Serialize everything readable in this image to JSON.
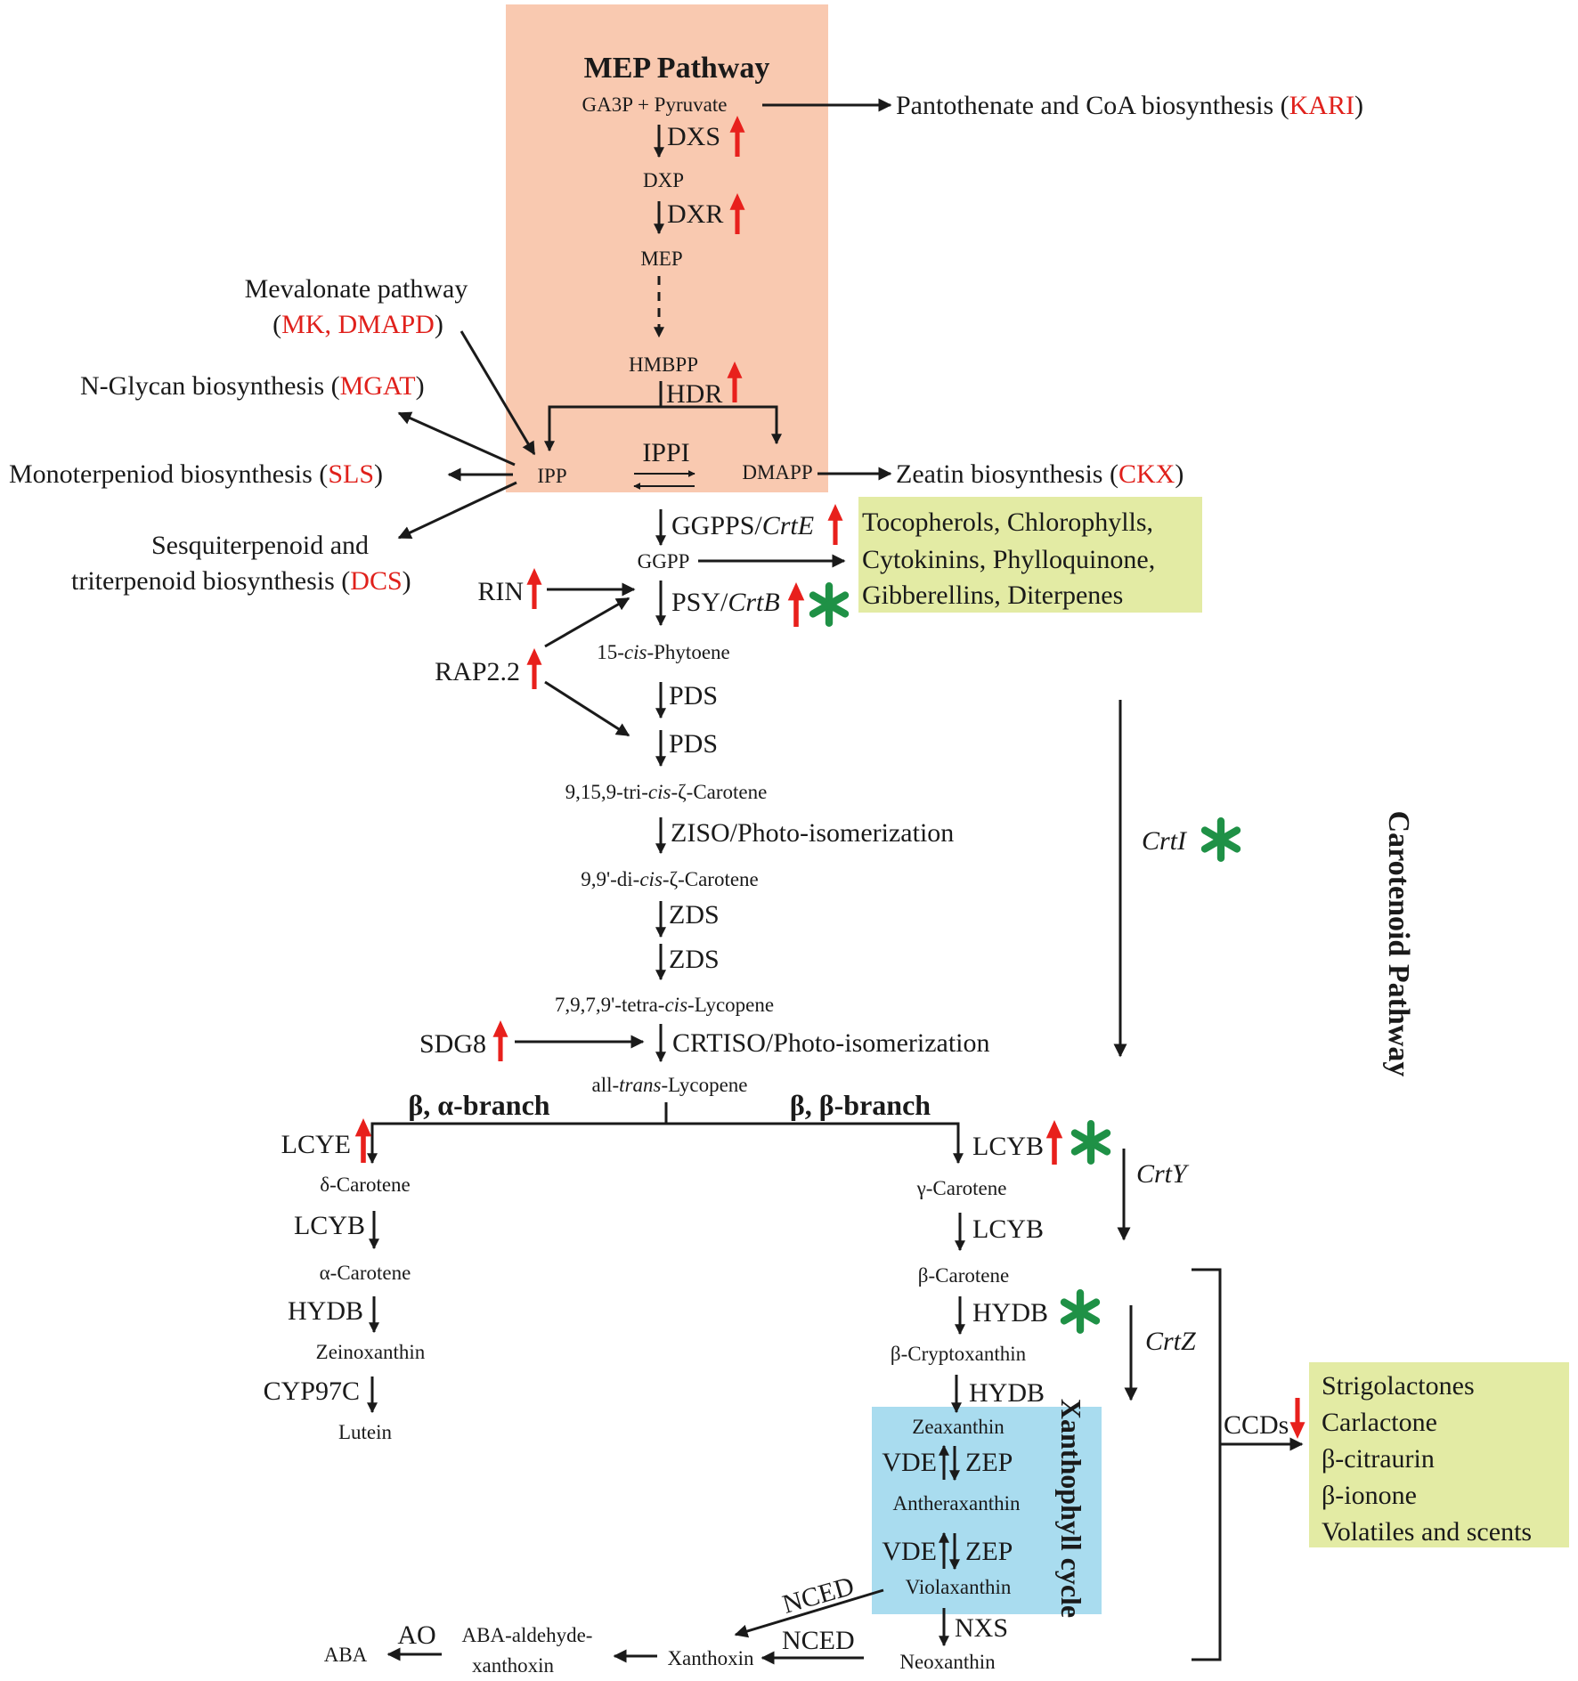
{
  "mep": {
    "title": "MEP Pathway",
    "ga3p": "GA3P + Pyruvate",
    "dxs": "DXS",
    "dxp": "DXP",
    "dxr": "DXR",
    "mep": "MEP",
    "hmbpp": "HMBPP",
    "hdr": "HDR",
    "ipp": "IPP",
    "ippi": "IPPI",
    "dmapp": "DMAPP"
  },
  "side": {
    "pantothenate": "Pantothenate and CoA biosynthesis (",
    "pantothenate_gene": "KARI",
    "close": ")",
    "mevalonate_1": "Mevalonate pathway",
    "mevalonate_open": "(",
    "mevalonate_genes": "MK, DMAPD",
    "nglycan": "N-Glycan biosynthesis (",
    "nglycan_gene": "MGAT",
    "monoterpenoid": "Monoterpeniod biosynthesis (",
    "monoterpenoid_gene": "SLS",
    "sesqui_1": "Sesquiterpenoid and",
    "sesqui_2": "triterpenoid biosynthesis (",
    "sesqui_gene": "DCS",
    "zeatin": "Zeatin biosynthesis (",
    "zeatin_gene": "CKX"
  },
  "ggpp_box": {
    "line1": "Tocopherols, Chlorophylls,",
    "line2": "Cytokinins, Phylloquinone,",
    "line3": "Gibberellins, Diterpenes"
  },
  "main": {
    "ggpps": "GGPPS/",
    "crte": "CrtE",
    "ggpp": "GGPP",
    "rin": "RIN",
    "psy": "PSY/",
    "crtb": "CrtB",
    "rap": "RAP2.2",
    "phytoene_pre": "15-",
    "phytoene_cis": "cis",
    "phytoene_post": "-Phytoene",
    "pds1": "PDS",
    "pds2": "PDS",
    "tricis_pre": "9,15,9-tri-",
    "tricis_cis": "cis",
    "tricis_post": "-ζ-Carotene",
    "ziso": "ZISO/Photo-isomerization",
    "dicis_pre": "9,9'-di-",
    "dicis_cis": "cis",
    "dicis_post": "-ζ-Carotene",
    "zds1": "ZDS",
    "zds2": "ZDS",
    "tetracis_pre": "7,9,7,9'-tetra-",
    "tetracis_cis": "cis",
    "tetracis_post": "-Lycopene",
    "sdg8": "SDG8",
    "crtiso": "CRTISO/Photo-isomerization",
    "lycopene_pre": "all-",
    "lycopene_trans": "trans",
    "lycopene_post": "-Lycopene",
    "crti": "CrtI",
    "carotenoid_title": "Carotenoid Pathway"
  },
  "alpha": {
    "branch": "β, α-branch",
    "lcye": "LCYE",
    "delta": "δ-Carotene",
    "lcyb": "LCYB",
    "alpha_car": "α-Carotene",
    "hydb": "HYDB",
    "zeinoxanthin": "Zeinoxanthin",
    "cyp": "CYP97C",
    "lutein": "Lutein"
  },
  "beta": {
    "branch": "β, β-branch",
    "lcyb1": "LCYB",
    "crty": "CrtY",
    "gamma": "γ-Carotene",
    "lcyb2": "LCYB",
    "beta_car": "β-Carotene",
    "hydb1": "HYDB",
    "crtz": "CrtZ",
    "crypto": "β-Cryptoxanthin",
    "hydb2": "HYDB"
  },
  "xanth": {
    "title": "Xanthophyll cycle",
    "zeaxanthin": "Zeaxanthin",
    "vde1": "VDE",
    "zep1": "ZEP",
    "antheraxanthin": "Antheraxanthin",
    "vde2": "VDE",
    "zep2": "ZEP",
    "violaxanthin": "Violaxanthin"
  },
  "aba": {
    "nced1": "NCED",
    "nxs": "NXS",
    "neoxanthin": "Neoxanthin",
    "nced2": "NCED",
    "xanthoxin": "Xanthoxin",
    "aldehyde_1": "ABA-aldehyde-",
    "aldehyde_2": "xanthoxin",
    "ao": "AO",
    "aba": "ABA"
  },
  "ccd": {
    "label": "CCDs",
    "p1": "Strigolactones",
    "p2": "Carlactone",
    "p3": "β-citraurin",
    "p4": "β-ionone",
    "p5": "Volatiles and scents"
  },
  "colors": {
    "mep_box": "#f9c9b0",
    "product_box": "#e3eba4",
    "xanth_box": "#a9dcef",
    "up_arrow": "#e8201c",
    "star": "#1f9146",
    "gene_text": "#e0201b"
  },
  "icons": {
    "upregulated": "red-up-arrow-icon",
    "downregulated": "red-down-arrow-icon",
    "transgene": "green-asterisk-icon"
  }
}
